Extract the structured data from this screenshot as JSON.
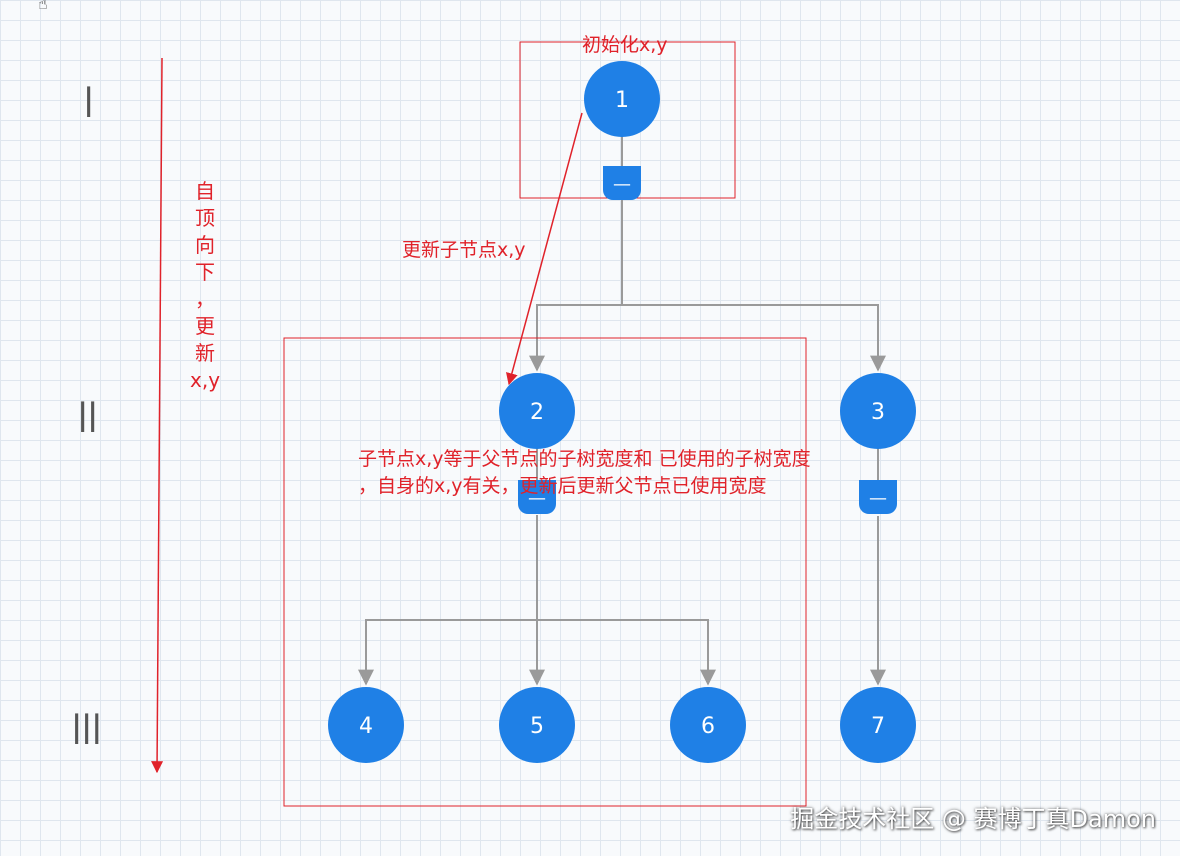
{
  "levels": [
    "I",
    "II",
    "III"
  ],
  "nodes": [
    {
      "id": "1",
      "label": "1",
      "collapse": "—"
    },
    {
      "id": "2",
      "label": "2",
      "collapse": "—"
    },
    {
      "id": "3",
      "label": "3",
      "collapse": "—"
    },
    {
      "id": "4",
      "label": "4"
    },
    {
      "id": "5",
      "label": "5"
    },
    {
      "id": "6",
      "label": "6"
    },
    {
      "id": "7",
      "label": "7"
    }
  ],
  "edges": [
    {
      "from": "1",
      "to": "2"
    },
    {
      "from": "1",
      "to": "3"
    },
    {
      "from": "2",
      "to": "4"
    },
    {
      "from": "2",
      "to": "5"
    },
    {
      "from": "2",
      "to": "6"
    },
    {
      "from": "3",
      "to": "7"
    }
  ],
  "annotations": {
    "init": "初始化x,y",
    "update_child": "更新子节点x,y",
    "explain_line1": "子节点x,y等于父节点的子树宽度和 已使用的子树宽度",
    "explain_line2": "，自身的x,y有关，更新后更新父节点已使用宽度",
    "vertical_chars": [
      "自",
      "顶",
      "向",
      "下",
      "，",
      "更",
      "新",
      "x,y"
    ]
  },
  "watermark": "掘金技术社区 @ 赛博丁真Damon",
  "colors": {
    "node": "#1f80e6",
    "edge": "#9a9a9a",
    "annotation": "#e0222a"
  }
}
